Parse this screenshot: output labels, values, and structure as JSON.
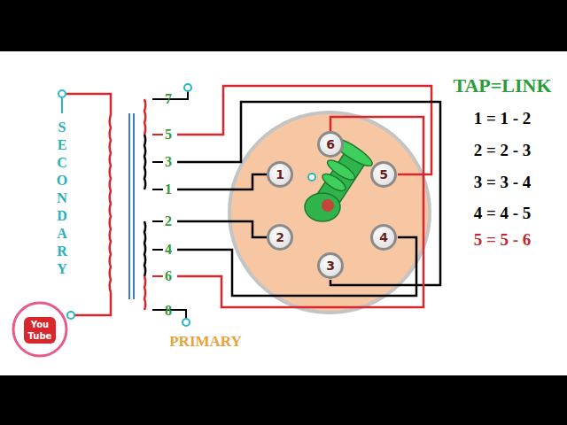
{
  "diagram": {
    "nodes": [
      {
        "text": [
          "1"
        ]
      },
      {
        "text": [
          "2"
        ]
      },
      {
        "text": [
          "3"
        ]
      },
      {
        "text": [
          "4"
        ]
      },
      {
        "text": [
          "5"
        ]
      },
      {
        "text": [
          "6"
        ]
      }
    ],
    "labels": [
      "7",
      "5",
      "3",
      "1",
      "2",
      "4",
      "6",
      "8",
      "SECONDARY",
      "PRIMARY",
      "TAP=LINK",
      "1 = 1 - 2",
      "2 = 2 - 3",
      "3 = 3 - 4",
      "4 = 4 - 5",
      "5 = 5 - 6",
      "You",
      "Tube"
    ]
  }
}
